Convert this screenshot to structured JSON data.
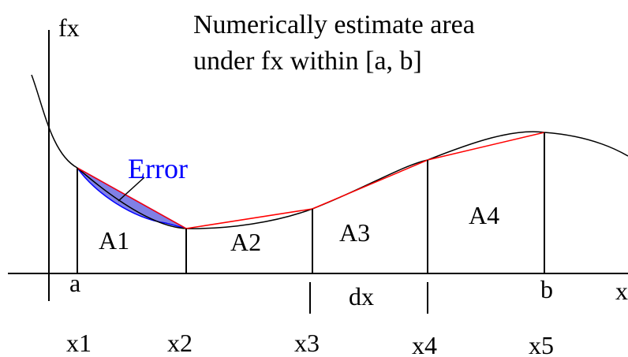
{
  "title_lines": [
    "Numerically estimate area",
    "under fx within [a, b]"
  ],
  "axis": {
    "y_label": "fx",
    "x_label": "x"
  },
  "bounds": {
    "a": "a",
    "b": "b"
  },
  "error_label": "Error",
  "areas": [
    "A1",
    "A2",
    "A3",
    "A4"
  ],
  "step_label": "dx",
  "nodes": [
    "x1",
    "x2",
    "x3",
    "x4",
    "x5"
  ],
  "colors": {
    "curve": "#000000",
    "trapezoid_top": "#ff0000",
    "error_fill": "#8080e6",
    "error_text": "#0000ff"
  }
}
